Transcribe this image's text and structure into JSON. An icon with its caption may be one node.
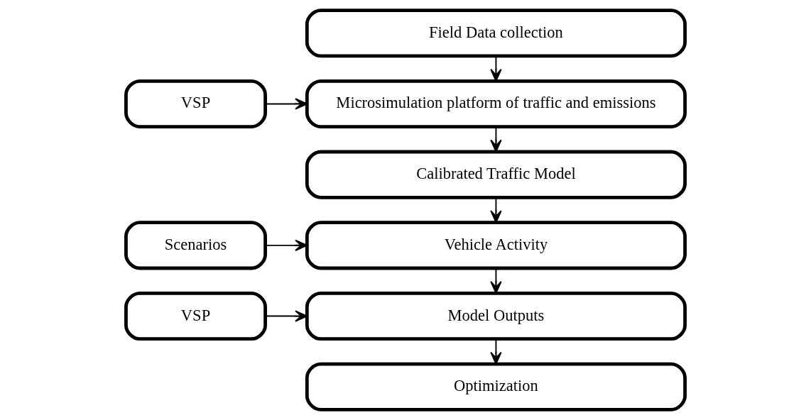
{
  "diagram": {
    "nodes": [
      {
        "text": [
          "Field Data collection"
        ]
      },
      {
        "text": [
          "Microsimulation platform of traffic and emissions"
        ]
      },
      {
        "text": [
          "VSP"
        ]
      },
      {
        "text": [
          "Calibrated Traffic Model"
        ]
      },
      {
        "text": [
          "Scenarios"
        ]
      },
      {
        "text": [
          "Vehicle Activity"
        ]
      },
      {
        "text": [
          "Model Outputs"
        ]
      },
      {
        "text": [
          "VSP"
        ]
      },
      {
        "text": [
          "Optimization"
        ]
      }
    ],
    "edges": [
      {
        "from": 0,
        "to": 1,
        "arrow": "to"
      },
      {
        "from": 2,
        "to": 1,
        "arrow": "to"
      },
      {
        "from": 1,
        "to": 3,
        "arrow": "to"
      },
      {
        "from": 3,
        "to": 5,
        "arrow": "to"
      },
      {
        "from": 4,
        "to": 5,
        "arrow": "to"
      },
      {
        "from": 5,
        "to": 6,
        "arrow": "to"
      },
      {
        "from": 7,
        "to": 6,
        "arrow": "to"
      },
      {
        "from": 6,
        "to": 8,
        "arrow": "to"
      }
    ]
  }
}
